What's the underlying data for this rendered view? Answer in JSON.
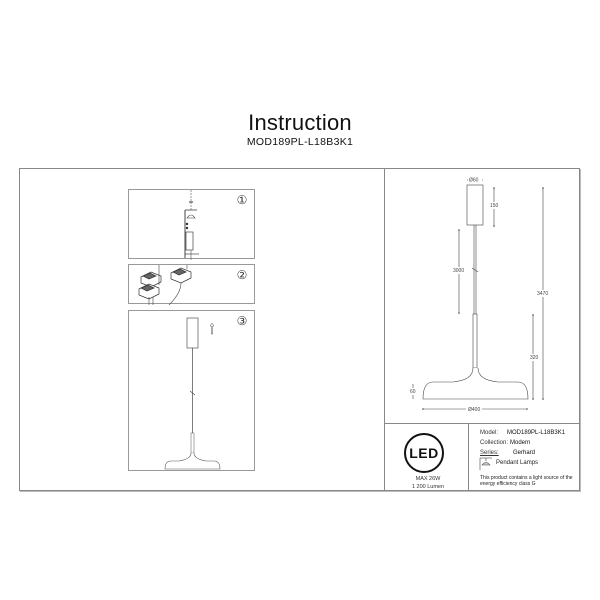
{
  "header": {
    "title": "Instruction",
    "model_code": "MOD189PL-L18B3K1"
  },
  "assembly_steps": [
    {
      "number": "①",
      "description": "ceiling-mount-bracket-installation"
    },
    {
      "number": "②",
      "description": "wire-connection-terminals"
    },
    {
      "number": "③",
      "description": "attach-canopy-and-hang-lamp"
    }
  ],
  "dimension_drawing": {
    "canopy_diameter": "Ø60",
    "canopy_height": "150",
    "cable_length": "3000",
    "total_height": "3470",
    "stem_height": "320",
    "shade_height": "60",
    "shade_diameter": "Ø400"
  },
  "led_info": {
    "logo": "LED",
    "max_power": "MAX 26W",
    "lumen": "1 200 Lumen"
  },
  "specs": {
    "model_label": "Model:",
    "model_value": "MOD189PL-L18B3K1",
    "collection_label": "Collection:",
    "collection_value": "Modern",
    "series_label": "Series:",
    "series_value": "Gerhard",
    "type_value": "Pendant Lamps",
    "energy_note": "This product contains a light source of the energy efficiency class G"
  },
  "colors": {
    "line": "#888888",
    "text": "#111111",
    "background": "#ffffff"
  }
}
